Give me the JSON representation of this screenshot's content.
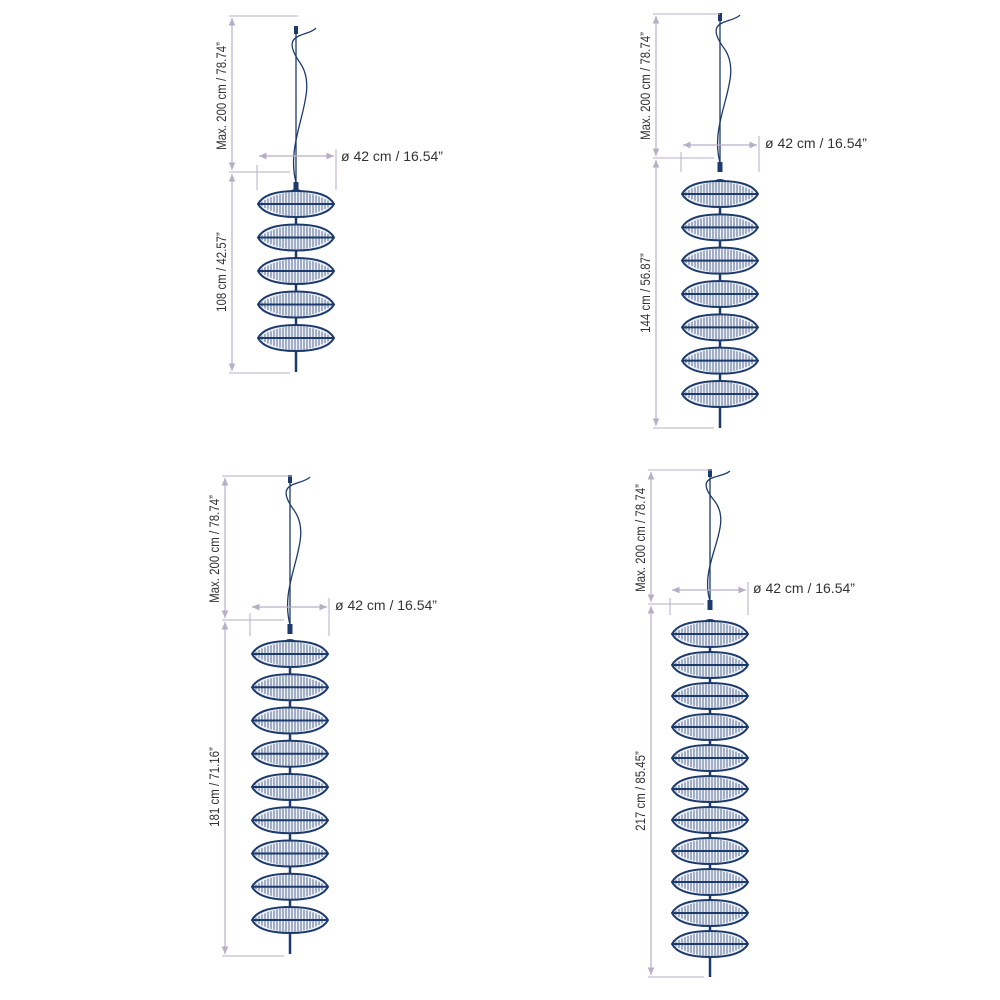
{
  "colors": {
    "lamp": "#1c3a6b",
    "dimension_line": "#b7aec7",
    "text": "#333333"
  },
  "lamps": [
    {
      "id": "lamp-5-tier",
      "tiers": 5,
      "cable_drop_label": "Max. 200 cm / 78.74”",
      "height_label": "108 cm / 42.57”",
      "diameter_label": "ø 42 cm / 16.54”"
    },
    {
      "id": "lamp-7-tier",
      "tiers": 7,
      "cable_drop_label": "Max. 200 cm / 78.74”",
      "height_label": "144 cm / 56.87”",
      "diameter_label": "ø 42 cm / 16.54”"
    },
    {
      "id": "lamp-9-tier",
      "tiers": 9,
      "cable_drop_label": "Max. 200 cm / 78.74”",
      "height_label": "181 cm / 71.16”",
      "diameter_label": "ø 42 cm / 16.54”"
    },
    {
      "id": "lamp-11-tier",
      "tiers": 11,
      "cable_drop_label": "Max. 200 cm / 78.74”",
      "height_label": "217 cm / 85.45”",
      "diameter_label": "ø 42 cm / 16.54”"
    }
  ]
}
